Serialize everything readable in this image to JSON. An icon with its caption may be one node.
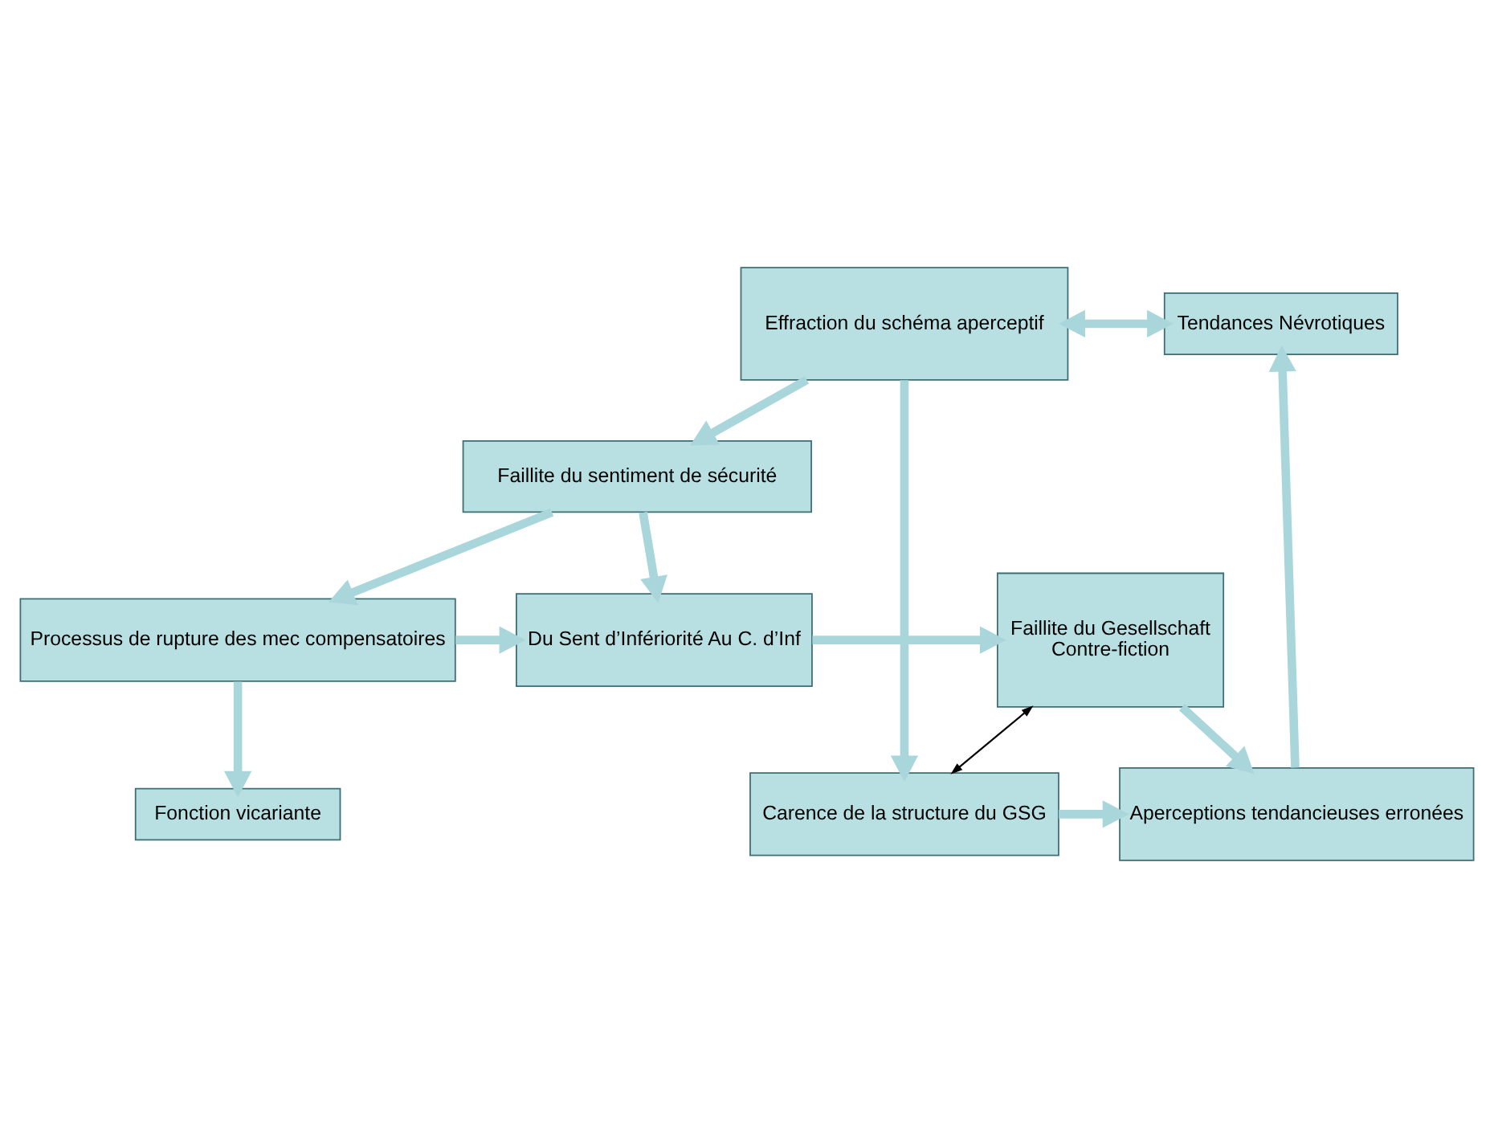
{
  "diagram": {
    "nodes": [
      {
        "text": [
          "Effraction du schéma aperceptif"
        ]
      },
      {
        "text": [
          "Tendances Névrotiques"
        ]
      },
      {
        "text": [
          "Carence de la structure du GSG"
        ]
      },
      {
        "text": [
          "Aperceptions tendancieuses erronées"
        ]
      },
      {
        "text": [
          "Faillite du sentiment de sécurité"
        ]
      },
      {
        "text": [
          "Processus de rupture des mec compensatoires"
        ]
      },
      {
        "text": [
          "Du Sent d’Infériorité Au C. d’Inf"
        ]
      },
      {
        "text": [
          "Faillite du Gesellschaft",
          "Contre-fiction"
        ]
      },
      {
        "text": [
          "Fonction vicariante"
        ]
      }
    ],
    "edges": [
      {
        "from": 0,
        "to": 1,
        "arrow": "both"
      },
      {
        "from": 0,
        "to": 2,
        "arrow": "to"
      },
      {
        "from": 0,
        "to": 4,
        "arrow": "to"
      },
      {
        "from": 2,
        "to": 3,
        "arrow": "to"
      },
      {
        "from": 3,
        "to": 1,
        "arrow": "to"
      },
      {
        "from": 4,
        "to": 5,
        "arrow": "to"
      },
      {
        "from": 4,
        "to": 6,
        "arrow": "to"
      },
      {
        "from": 5,
        "to": 6,
        "arrow": "to"
      },
      {
        "from": 6,
        "to": 7,
        "arrow": "to"
      },
      {
        "from": 7,
        "to": 3,
        "arrow": "to"
      },
      {
        "from": 2,
        "to": 7,
        "arrow": "both",
        "color": "#000000"
      },
      {
        "from": 5,
        "to": 8,
        "arrow": "to"
      }
    ]
  }
}
